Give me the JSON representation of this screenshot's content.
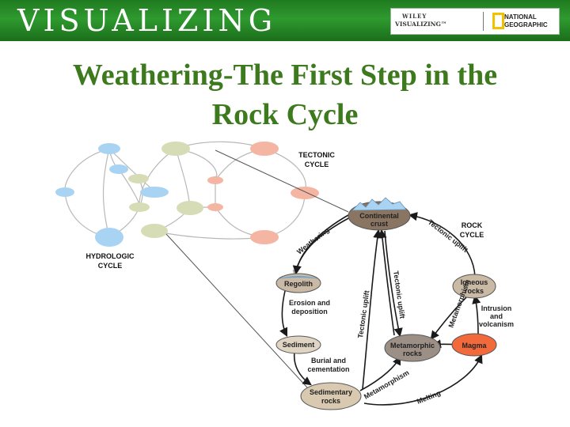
{
  "banner": {
    "title": "VISUALIZING"
  },
  "logo": {
    "wiley": "WILEY",
    "visualizing": "VISUALIZING™",
    "ng_line1": "NATIONAL",
    "ng_line2": "GEOGRAPHIC"
  },
  "slide": {
    "title_line1": "Weathering-The First Step in the",
    "title_line2": "Rock Cycle"
  },
  "diagram": {
    "tectonic_cycle": [
      "TECTONIC",
      "CYCLE"
    ],
    "rock_cycle": [
      "ROCK",
      "CYCLE"
    ],
    "hydrologic_cycle": [
      "HYDROLOGIC",
      "CYCLE"
    ],
    "nodes": {
      "continental_crust": [
        "Continental",
        "crust"
      ],
      "regolith": [
        "Regolith"
      ],
      "sediment": [
        "Sediment"
      ],
      "sedimentary_rocks": [
        "Sedimentary",
        "rocks"
      ],
      "metamorphic_rocks": [
        "Metamorphic",
        "rocks"
      ],
      "igneous_rocks": [
        "Igneous",
        "rocks"
      ],
      "magma": [
        "Magma"
      ]
    },
    "processes": {
      "weathering": "Weathering",
      "tectonic_uplift_top": "Tectonic uplift",
      "erosion": [
        "Erosion and",
        "deposition"
      ],
      "tectonic_uplift_left": "Tectonic uplift",
      "tectonic_uplift_mid": "Tectonic uplift",
      "metamorphism_upper": "Metamorphism",
      "intrusion": [
        "Intrusion",
        "and",
        "volcanism"
      ],
      "burial": [
        "Burial and",
        "cementation"
      ],
      "metamorphism_lower": "Metamorphism",
      "melting": "Melting"
    },
    "colors": {
      "blue": "#a9d3f2",
      "green": "#d6dcb6",
      "salmon": "#f5b5a3",
      "magma": "#f26a3c",
      "crust_brown": "#8a7563",
      "rock_tan": "#c9b9a5"
    }
  }
}
